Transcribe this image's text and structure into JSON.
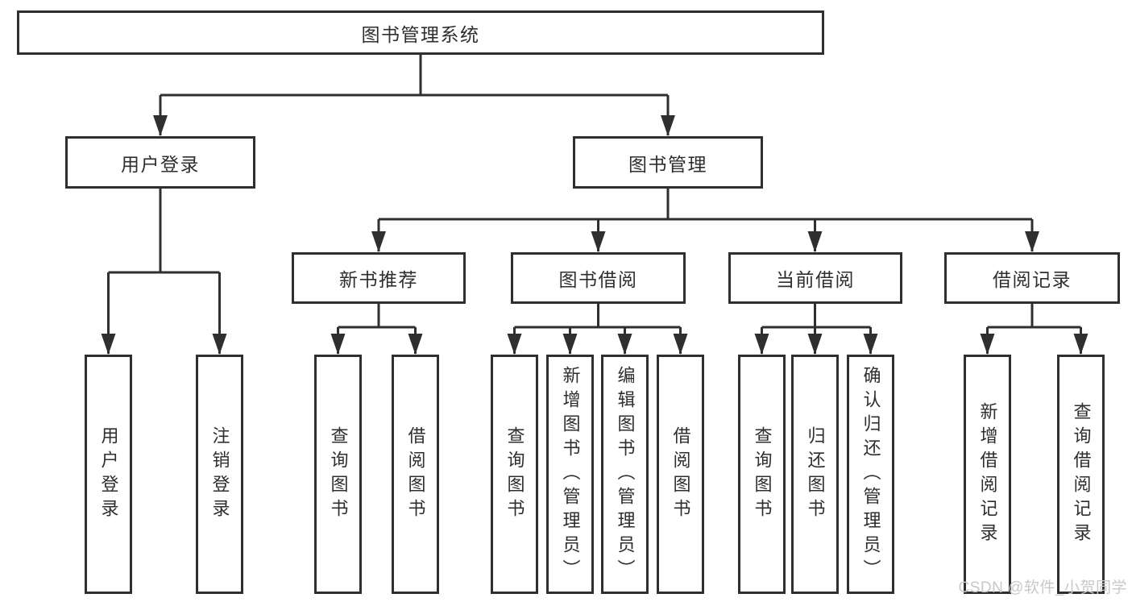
{
  "diagram": {
    "root": {
      "label": "图书管理系统"
    },
    "user_login": {
      "label": "用户登录",
      "children": {
        "login": {
          "label": "用户登录"
        },
        "logout": {
          "label": "注销登录"
        }
      }
    },
    "book_management": {
      "label": "图书管理",
      "sections": {
        "new_book_recommend": {
          "label": "新书推荐",
          "children": {
            "query_books": {
              "label": "查询图书"
            },
            "borrow_books": {
              "label": "借阅图书"
            }
          }
        },
        "book_borrowing": {
          "label": "图书借阅",
          "children": {
            "query_books": {
              "label": "查询图书"
            },
            "add_books": {
              "label": "新增图书（管理员）"
            },
            "edit_books": {
              "label": "编辑图书（管理员）"
            },
            "borrow_books": {
              "label": "借阅图书"
            }
          }
        },
        "current_borrowing": {
          "label": "当前借阅",
          "children": {
            "query_books": {
              "label": "查询图书"
            },
            "return_books": {
              "label": "归还图书"
            },
            "confirm_return": {
              "label": "确认归还（管理员）"
            }
          }
        },
        "borrowing_records": {
          "label": "借阅记录",
          "children": {
            "add_record": {
              "label": "新增借阅记录"
            },
            "query_record": {
              "label": "查询借阅记录"
            }
          }
        }
      }
    }
  },
  "watermark": {
    "text": "CSDN @软件_小贺同学"
  },
  "colors": {
    "line": "#2f2f2f",
    "text": "#2e2e2e",
    "box_background": "#ffffff",
    "page_background": "#ffffff",
    "watermark": "#c8c8c8"
  }
}
